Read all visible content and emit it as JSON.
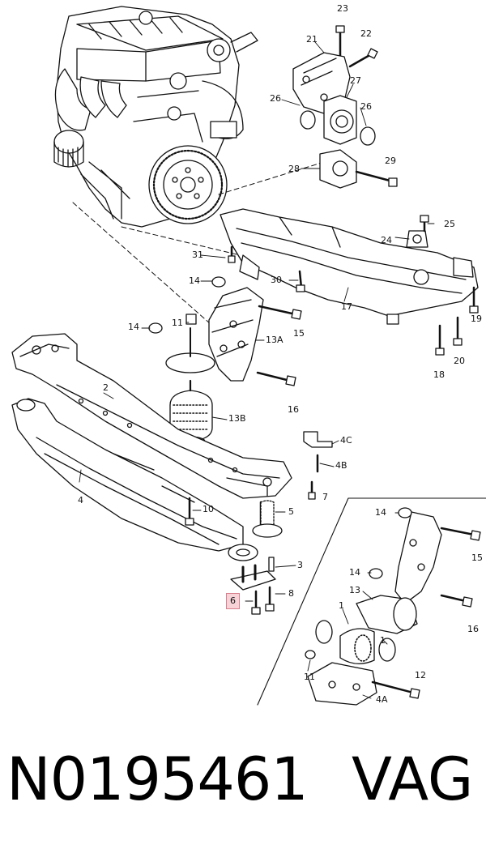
{
  "caption": {
    "part_number": "N0195461",
    "brand": "VAG"
  },
  "highlighted_label": "6",
  "labels": {
    "l23": "23",
    "l21": "21",
    "l22": "22",
    "l27": "27",
    "l26a": "26",
    "l26b": "26",
    "l28": "28",
    "l29": "29",
    "l25": "25",
    "l24": "24",
    "l31": "31",
    "l30": "30",
    "l17": "17",
    "l19": "19",
    "l20": "20",
    "l18": "18",
    "l14a": "14",
    "l14b": "14",
    "l11a": "11",
    "l15a": "15",
    "l13A": "13A",
    "l16a": "16",
    "l2": "2",
    "l13B": "13B",
    "l4C": "4C",
    "l4B": "4B",
    "l7": "7",
    "l4": "4",
    "l10": "10",
    "l5": "5",
    "l3": "3",
    "l8": "8",
    "l14c": "14",
    "l15b": "15",
    "l14d": "14",
    "l13": "13",
    "l1a": "1",
    "l1b": "1",
    "l16b": "16",
    "l11b": "11",
    "l12": "12",
    "l4A": "4A"
  }
}
